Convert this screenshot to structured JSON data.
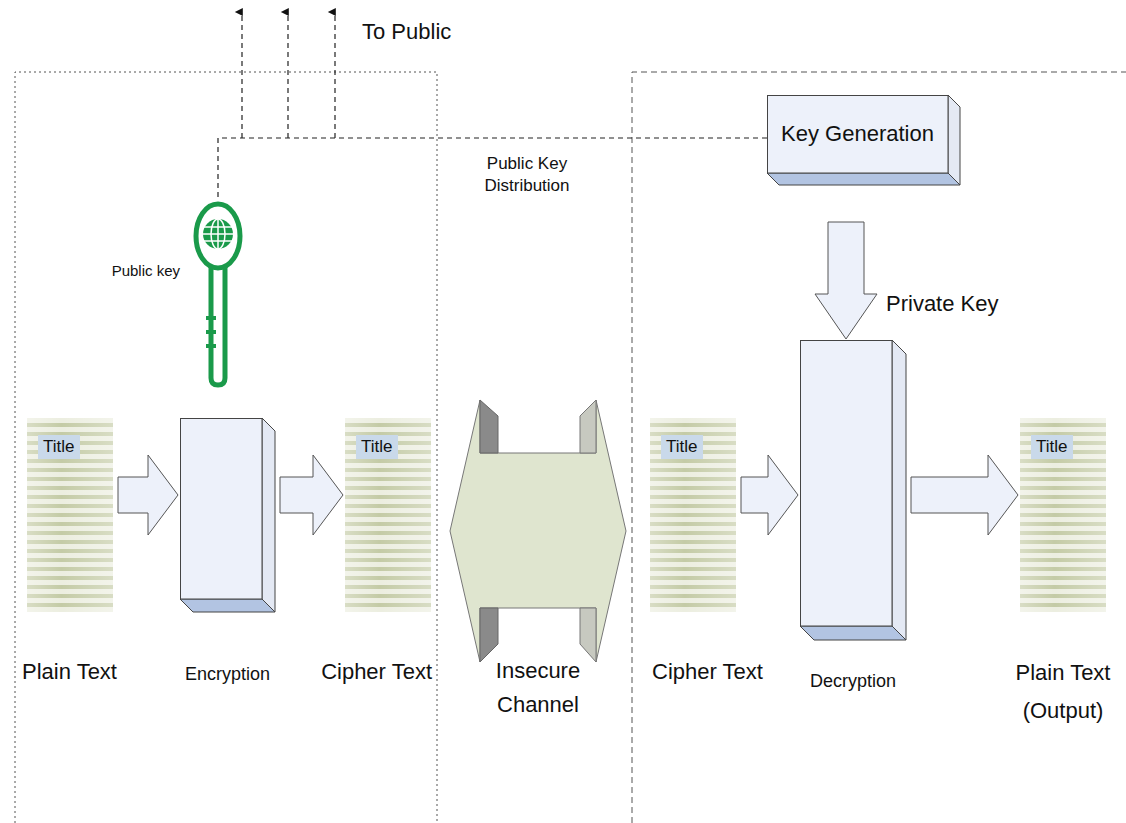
{
  "diagram": {
    "nodes": [
      {
        "text": [
          "Key Generation"
        ]
      },
      {
        "text": [
          "Public key"
        ]
      },
      {
        "text": [
          "Title",
          "Plain Text"
        ]
      },
      {
        "text": [
          "Encryption"
        ]
      },
      {
        "text": [
          "Title",
          "Cipher Text"
        ]
      },
      {
        "text": [
          "Insecure Channel"
        ]
      },
      {
        "text": [
          "Title",
          "Cipher Text"
        ]
      },
      {
        "text": [
          "Decryption"
        ]
      },
      {
        "text": [
          "Title",
          "Plain Text (Output)"
        ]
      }
    ],
    "edges": [
      {
        "from": 0,
        "to": 1,
        "arrow": "none"
      },
      {
        "from": 2,
        "to": 3,
        "arrow": "to"
      },
      {
        "from": 3,
        "to": 4,
        "arrow": "to"
      },
      {
        "from": 6,
        "to": 7,
        "arrow": "to"
      },
      {
        "from": 7,
        "to": 8,
        "arrow": "to"
      },
      {
        "from": 0,
        "to": 7,
        "arrow": "to",
        "label": "Private Key"
      }
    ],
    "labels": [
      "To Public",
      "Public Key Distribution"
    ]
  }
}
